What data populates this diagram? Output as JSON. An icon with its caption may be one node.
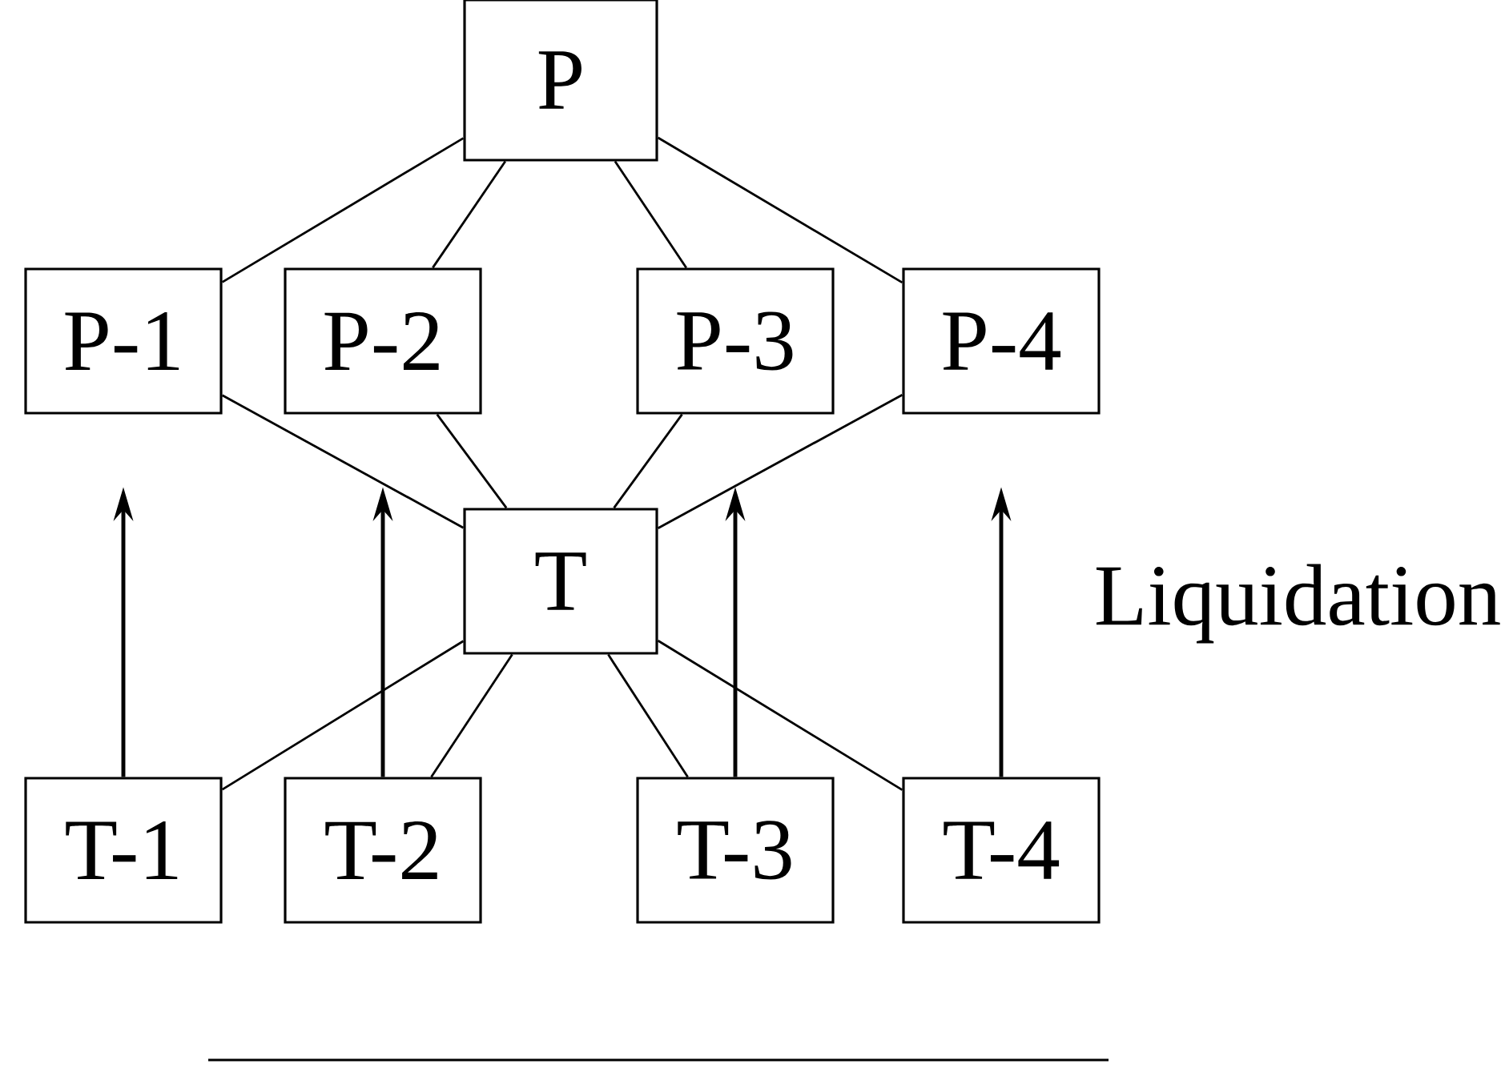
{
  "diagram": {
    "nodes": [
      {
        "text": [
          "P"
        ]
      },
      {
        "text": [
          "P-1"
        ]
      },
      {
        "text": [
          "P-2"
        ]
      },
      {
        "text": [
          "P-3"
        ]
      },
      {
        "text": [
          "P-4"
        ]
      },
      {
        "text": [
          "T"
        ]
      },
      {
        "text": [
          "T-1"
        ]
      },
      {
        "text": [
          "T-2"
        ]
      },
      {
        "text": [
          "T-3"
        ]
      },
      {
        "text": [
          "T-4"
        ]
      }
    ],
    "edges": [
      {
        "from": 0,
        "to": 1,
        "arrow": "none"
      },
      {
        "from": 0,
        "to": 2,
        "arrow": "none"
      },
      {
        "from": 0,
        "to": 3,
        "arrow": "none"
      },
      {
        "from": 0,
        "to": 4,
        "arrow": "none"
      },
      {
        "from": 5,
        "to": 1,
        "arrow": "none"
      },
      {
        "from": 5,
        "to": 2,
        "arrow": "none"
      },
      {
        "from": 5,
        "to": 3,
        "arrow": "none"
      },
      {
        "from": 5,
        "to": 4,
        "arrow": "none"
      },
      {
        "from": 5,
        "to": 6,
        "arrow": "none"
      },
      {
        "from": 5,
        "to": 7,
        "arrow": "none"
      },
      {
        "from": 5,
        "to": 8,
        "arrow": "none"
      },
      {
        "from": 5,
        "to": 9,
        "arrow": "none"
      },
      {
        "from": 6,
        "to": null,
        "arrow": "to"
      },
      {
        "from": 7,
        "to": null,
        "arrow": "to"
      },
      {
        "from": 8,
        "to": null,
        "arrow": "to"
      },
      {
        "from": 9,
        "to": null,
        "arrow": "to"
      }
    ],
    "labels": [
      "Liquidation"
    ]
  }
}
